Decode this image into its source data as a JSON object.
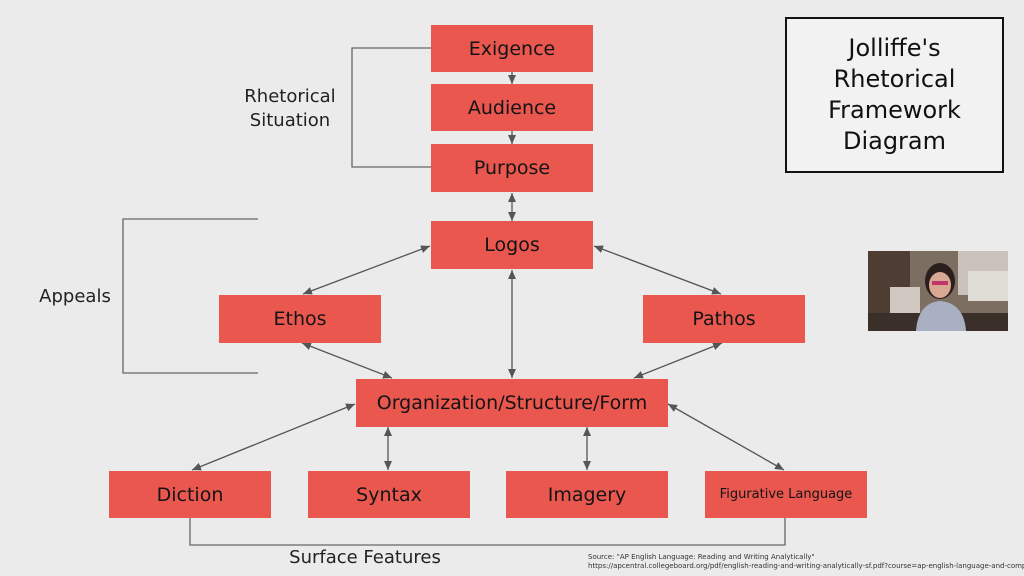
{
  "title": "Jolliffe's\nRhetorical\nFramework\nDiagram",
  "nodes": {
    "exigence": "Exigence",
    "audience": "Audience",
    "purpose": "Purpose",
    "logos": "Logos",
    "ethos": "Ethos",
    "pathos": "Pathos",
    "organization": "Organization/Structure/Form",
    "diction": "Diction",
    "syntax": "Syntax",
    "imagery": "Imagery",
    "figurative": "Figurative Language"
  },
  "groups": {
    "rhetorical_situation": "Rhetorical\nSituation",
    "appeals": "Appeals",
    "surface_features": "Surface Features"
  },
  "source": {
    "line1": "Source: \"AP English Language: Reading and Writing Analytically\"",
    "line2": "https://apcentral.collegeboard.org/pdf/english-reading-and-writing-analytically-sf.pdf?course=ap-english-language-and-composition"
  },
  "colors": {
    "box": "#e9574f",
    "arrow": "#555555",
    "background": "#ebebeb"
  }
}
